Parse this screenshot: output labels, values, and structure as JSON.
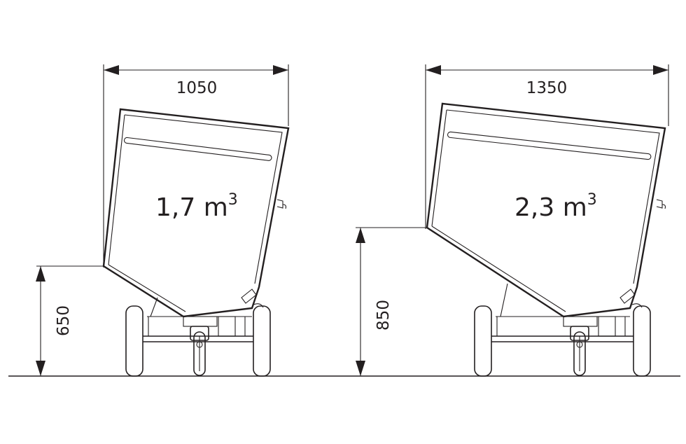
{
  "left_unit": {
    "width_label": "1050",
    "height_label": "650",
    "volume_label": "1,7 m",
    "volume_unit_exp": "3"
  },
  "right_unit": {
    "width_label": "1350",
    "height_label": "850",
    "volume_label": "2,3 m",
    "volume_unit_exp": "3"
  },
  "colors": {
    "line": "#231f20",
    "background": "#ffffff"
  }
}
